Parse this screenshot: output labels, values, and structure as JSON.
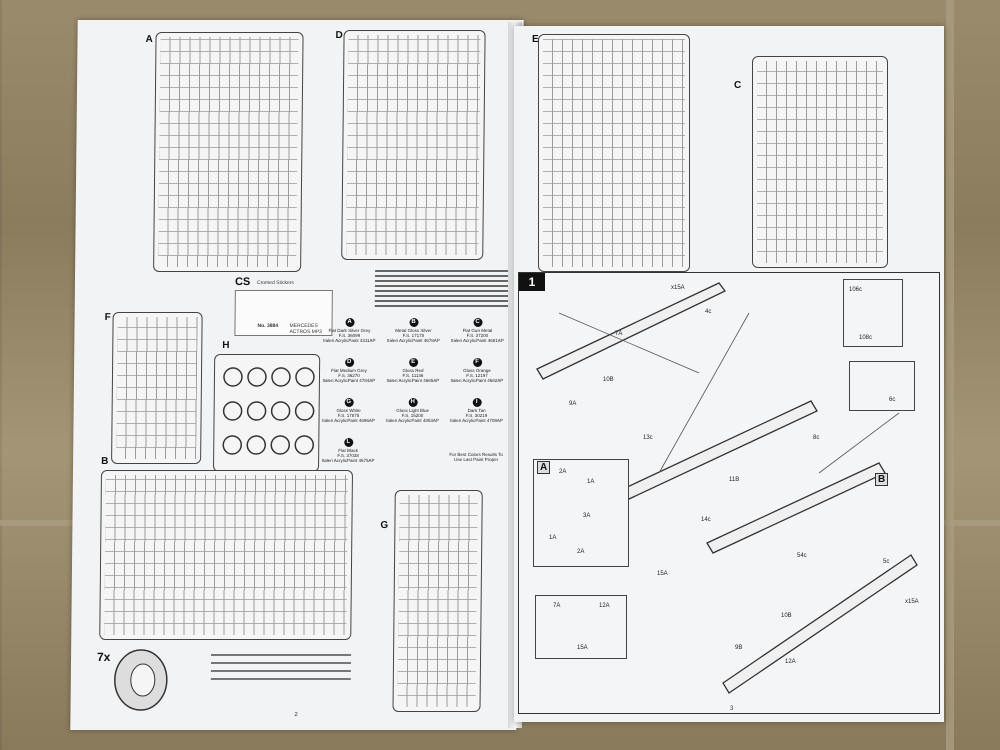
{
  "left_page": {
    "sprues": {
      "A": "A",
      "D": "D",
      "F": "F",
      "B": "B",
      "H": "H",
      "G": "G",
      "E": "E",
      "C": "C"
    },
    "stickers": {
      "code": "CS",
      "title": "Cromed Stickers",
      "kit_no": "No. 3884",
      "kit_name": "MERCEDES ACTROS MP3"
    },
    "paints": [
      {
        "letter": "A",
        "name": "Flat Dark Silver Grey",
        "fs": "F.S. 36099",
        "ref": "Italeri AcrylicPaint 4311AP"
      },
      {
        "letter": "B",
        "name": "Metal Gloss Silver",
        "fs": "F.S. 17178",
        "ref": "Italeri AcrylicPaint 4678AP"
      },
      {
        "letter": "C",
        "name": "Flat Gun Metal",
        "fs": "F.S. 37200",
        "ref": "Italeri AcrylicPaint 4681AP"
      },
      {
        "letter": "D",
        "name": "Flat Medium Grey",
        "fs": "F.S. 36270",
        "ref": "Italeri AcrylicPaint 4784AP"
      },
      {
        "letter": "E",
        "name": "Gloss Red",
        "fs": "F.S. 11136",
        "ref": "Italeri AcrylicPaint 4665AP"
      },
      {
        "letter": "F",
        "name": "Gloss Orange",
        "fs": "F.S. 12197",
        "ref": "Italeri AcrylicPaint 4682AP"
      },
      {
        "letter": "G",
        "name": "Gloss White",
        "fs": "F.S. 17875",
        "ref": "Italeri AcrylicPaint 4696AP"
      },
      {
        "letter": "H",
        "name": "Gloss Light Blue",
        "fs": "F.S. 15200",
        "ref": "Italeri AcrylicPaint 4853AP"
      },
      {
        "letter": "I",
        "name": "Dark Tan",
        "fs": "F.S. 30219",
        "ref": "Italeri AcrylicPaint 4709AP"
      },
      {
        "letter": "L",
        "name": "Flat Black",
        "fs": "F.S. 37038",
        "ref": "Italeri AcrylicPaint 4675AP"
      }
    ],
    "paint_note": "For Best Colors Results To Use Last Paint Proper",
    "tyres_count": "7x",
    "page_number": "2"
  },
  "right_page": {
    "step": "1",
    "callouts": {
      "c15a": "x15A",
      "c4c": "4c",
      "c7a": "7A",
      "c10b": "10B",
      "c9a": "9A",
      "c106c": "106c",
      "c108c": "108c",
      "c6c": "6c",
      "c13c": "13c",
      "c11b": "11B",
      "c8c": "8c",
      "c14c": "14c",
      "c54c": "54c",
      "c15a2": "15A",
      "c5c": "5c",
      "c15a3": "x15A",
      "c10b2": "10B",
      "c9b": "9B",
      "c12a": "12A",
      "c7a2": "7A",
      "c12a2": "12A",
      "c15a4": "15A",
      "c2a": "2A",
      "c1a": "1A",
      "c3a": "3A",
      "c1a2": "1A",
      "c2a2": "2A"
    },
    "markers": {
      "a": "A",
      "b": "B"
    },
    "page_number": "3"
  }
}
